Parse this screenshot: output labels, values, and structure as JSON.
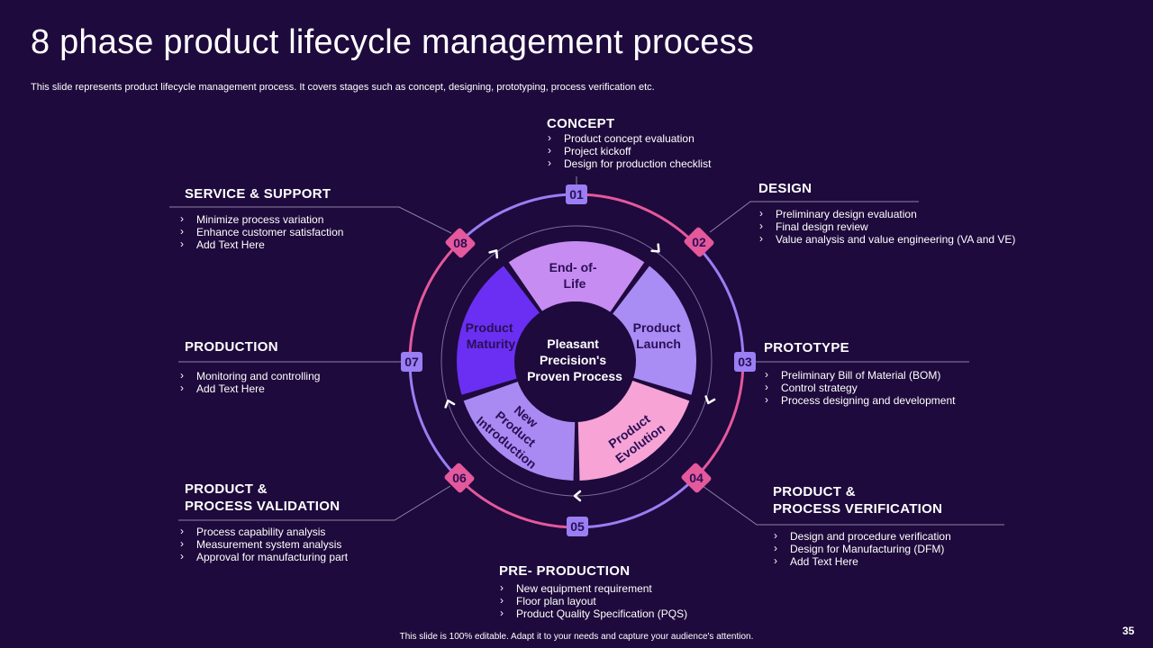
{
  "slide": {
    "title": "8 phase product lifecycle management process",
    "subtitle": "This slide represents product lifecycle management process. It covers stages such as concept, designing, prototyping, process verification etc.",
    "footer": "This slide is 100% editable. Adapt it to your needs and capture your audience's attention.",
    "page_number": "35"
  },
  "center": {
    "line1": "Pleasant",
    "line2": "Precision's",
    "line3": "Proven Process"
  },
  "segments": [
    {
      "lines": [
        "End- of-",
        "Life"
      ],
      "color": "#c78cf2"
    },
    {
      "lines": [
        "Product",
        "Launch"
      ],
      "color": "#aa8cf5"
    },
    {
      "lines": [
        "Product",
        "Evolution"
      ],
      "color": "#f7a3d6"
    },
    {
      "lines": [
        "New",
        "Product",
        "Introduction"
      ],
      "color": "#a98af2"
    },
    {
      "lines": [
        "Product",
        "Maturity"
      ],
      "color": "#6a2ff2"
    }
  ],
  "colors": {
    "background": "#1e0a3c",
    "pink": "#e4589c",
    "purple": "#9a7ef4",
    "line": "#8d84a6"
  },
  "phases": [
    {
      "number": "01",
      "title_lines": [
        "CONCEPT"
      ],
      "items": [
        "Product concept evaluation",
        "Project kickoff",
        "Design for production checklist"
      ]
    },
    {
      "number": "02",
      "title_lines": [
        "DESIGN"
      ],
      "items": [
        "Preliminary design evaluation",
        "Final design review",
        "Value analysis and value engineering (VA and VE)"
      ]
    },
    {
      "number": "03",
      "title_lines": [
        "PROTOTYPE"
      ],
      "items": [
        "Preliminary Bill of Material (BOM)",
        "Control strategy",
        "Process designing and development"
      ]
    },
    {
      "number": "04",
      "title_lines": [
        "PRODUCT &",
        "PROCESS VERIFICATION"
      ],
      "items": [
        "Design and procedure verification",
        "Design for Manufacturing (DFM)",
        "Add Text Here"
      ]
    },
    {
      "number": "05",
      "title_lines": [
        "PRE- PRODUCTION"
      ],
      "items": [
        "New equipment requirement",
        "Floor plan layout",
        "Product Quality Specification (PQS)"
      ]
    },
    {
      "number": "06",
      "title_lines": [
        "PRODUCT &",
        "PROCESS VALIDATION"
      ],
      "items": [
        "Process capability analysis",
        "Measurement system analysis",
        "Approval for manufacturing part"
      ]
    },
    {
      "number": "07",
      "title_lines": [
        "PRODUCTION"
      ],
      "items": [
        "Monitoring and controlling",
        "Add Text Here"
      ]
    },
    {
      "number": "08",
      "title_lines": [
        "SERVICE & SUPPORT"
      ],
      "items": [
        "Minimize process variation",
        "Enhance customer satisfaction",
        "Add Text Here"
      ]
    }
  ]
}
